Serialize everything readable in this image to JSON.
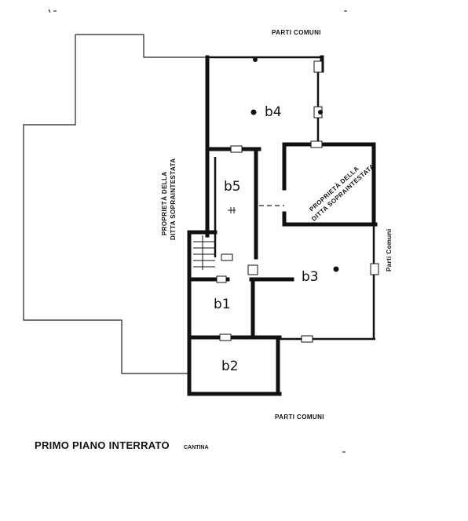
{
  "labels": {
    "top": "PARTI COMUNI",
    "bottom": "PARTI COMUNI",
    "right": "Parti Comuni",
    "left_line1": "PROPRIETÀ DELLA",
    "left_line2": "DITTA SOPRAINTESTATA",
    "center_line1": "PROPRIETÀ DELLA",
    "center_line2": "DITTA SOPRAINTESTATA"
  },
  "rooms": {
    "b4": "b4",
    "b5": "b5",
    "b3": "b3",
    "b1": "b1",
    "b2": "b2"
  },
  "footer": {
    "title": "PRIMO PIANO INTERRATO",
    "subtitle": "CANTINA"
  }
}
